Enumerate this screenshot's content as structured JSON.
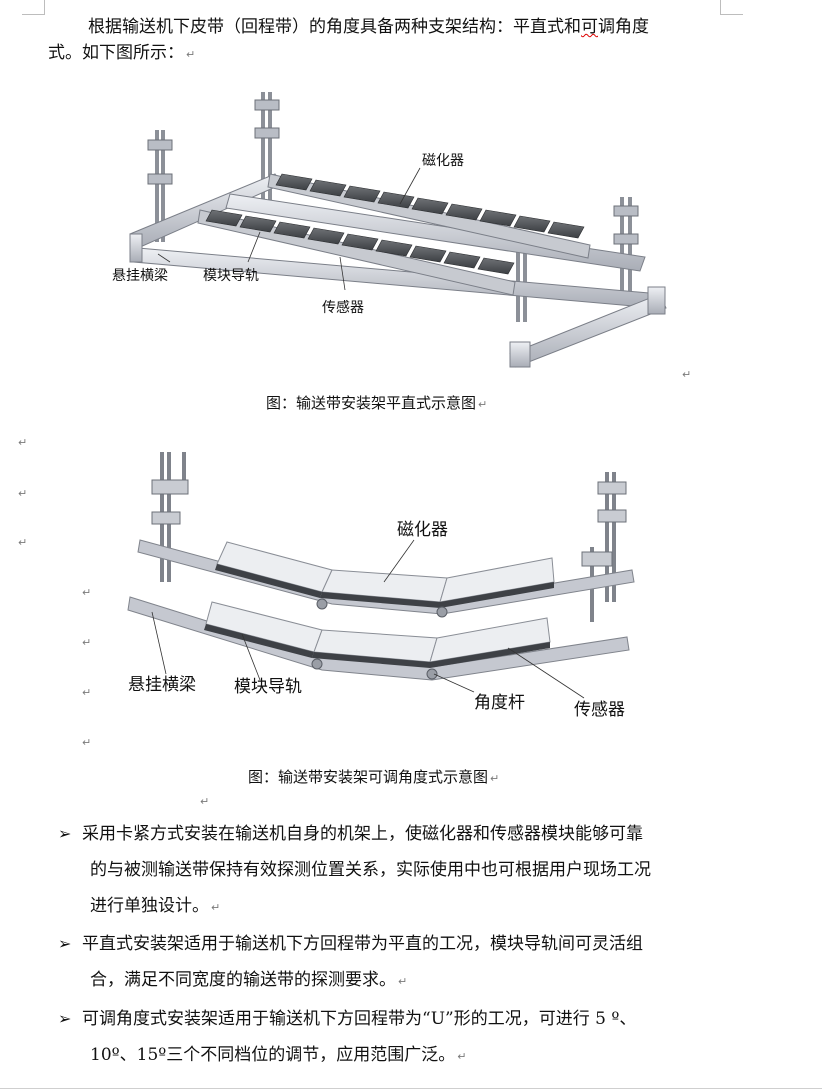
{
  "intro": {
    "line1": "根据输送机下皮带（回程带）的角度具备两种支架结构：平直式和",
    "line1_squiggle": "可",
    "line1_end": "调角度",
    "line2": "式。如下图所示："
  },
  "paragraph_mark": "↵",
  "figure1": {
    "labels": {
      "magnetizer": "磁化器",
      "beam": "悬挂横梁",
      "rail": "模块导轨",
      "sensor": "传感器"
    },
    "caption": "图：输送带安装架平直式示意图"
  },
  "figure2": {
    "labels": {
      "magnetizer": "磁化器",
      "beam": "悬挂横梁",
      "rail": "模块导轨",
      "rod": "角度杆",
      "sensor": "传感器"
    },
    "caption": "图：输送带安装架可调角度式示意图"
  },
  "bullets": [
    {
      "marker": "➢",
      "lines": [
        "采用卡紧方式安装在输送机自身的机架上，使磁化器和传感器模块能够可靠",
        "的与被测输送带保持有效探测位置关系，实际使用中也可根据用户现场工况",
        "进行单独设计。"
      ]
    },
    {
      "marker": "➢",
      "lines": [
        "平直式安装架适用于输送机下方回程带为平直的工况，模块导轨间可灵活组",
        "合，满足不同宽度的输送带的探测要求。"
      ]
    },
    {
      "marker": "➢",
      "lines": [
        "可调角度式安装架适用于输送机下方回程带为“U”形的工况，可进行 5 º、",
        "10º、15º三个不同档位的调节，应用范围广泛。"
      ]
    }
  ]
}
